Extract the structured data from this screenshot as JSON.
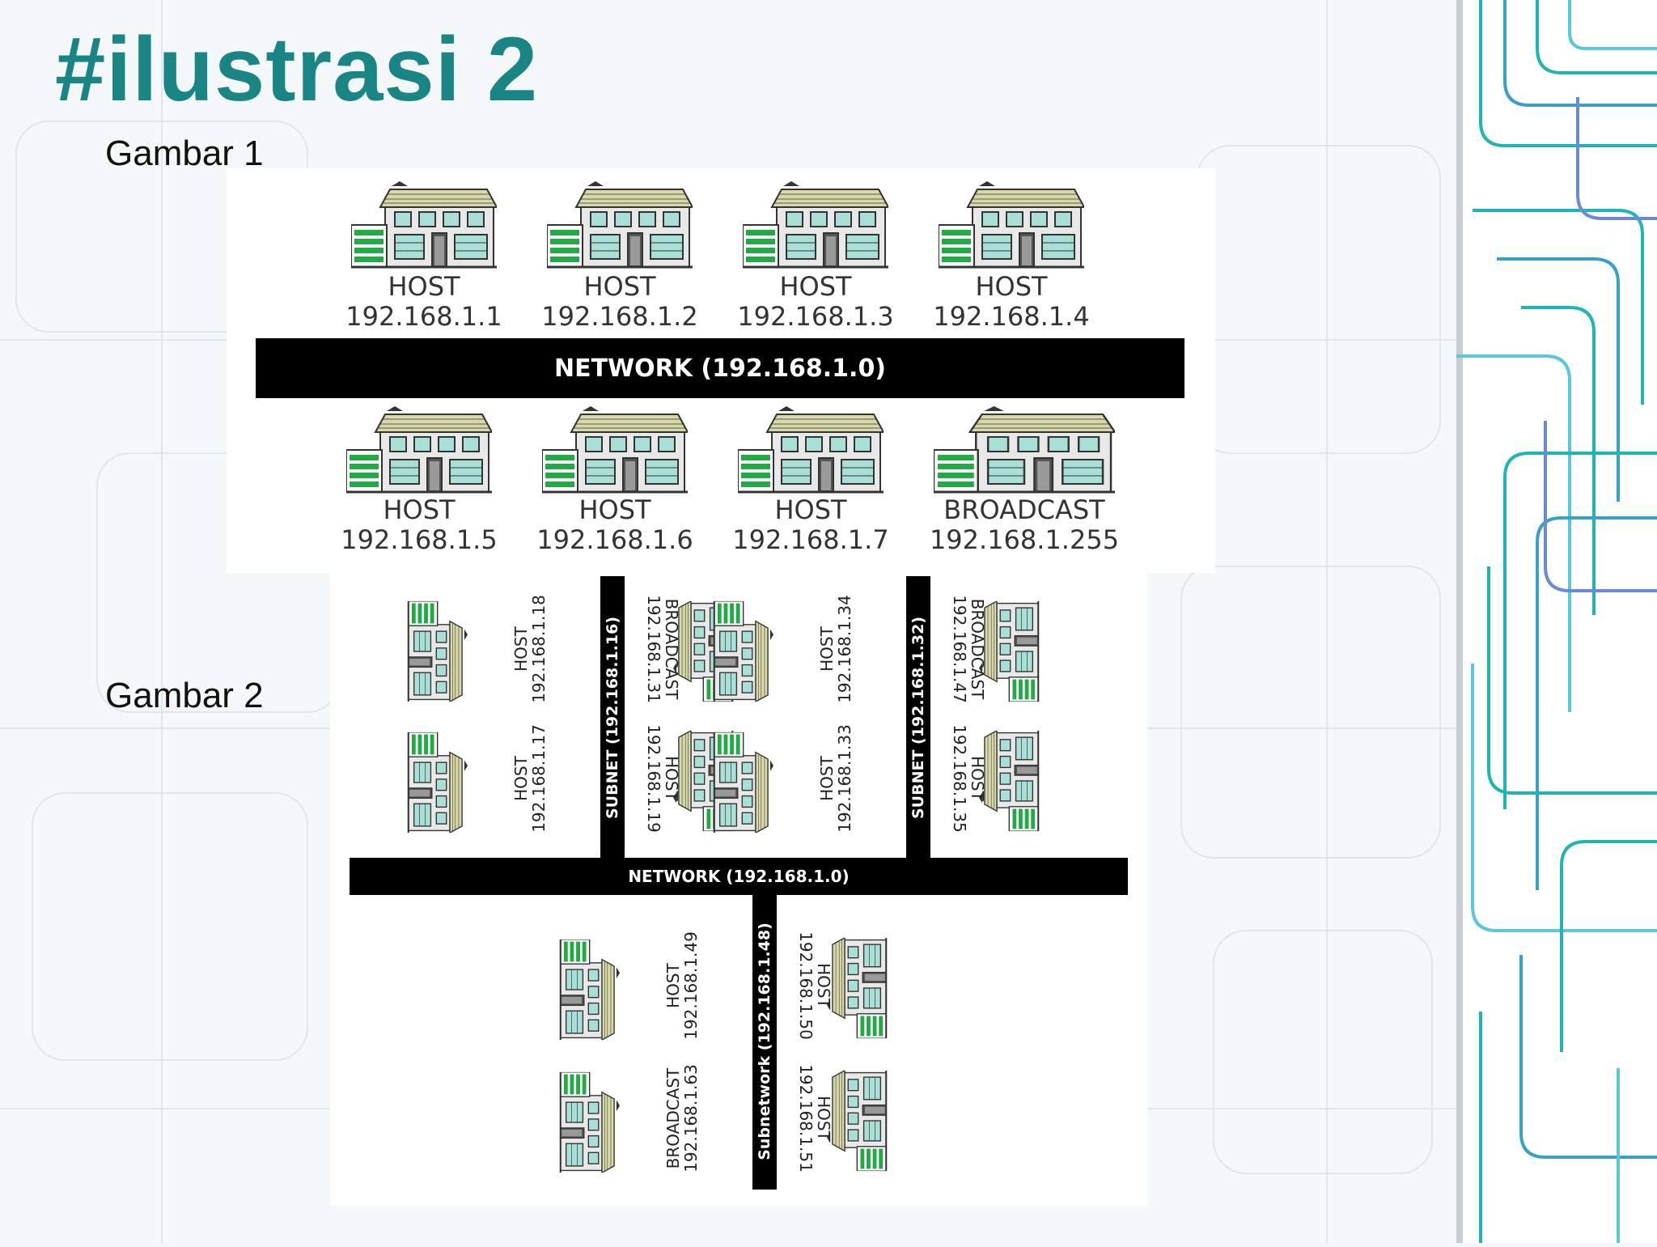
{
  "slide": {
    "title": "#ilustrasi 2",
    "caption_1": "Gambar 1",
    "caption_2": "Gambar 2"
  },
  "colors": {
    "title": "#1a8585",
    "house_roof": "#d8d8a8",
    "house_window": "#a8e0d8",
    "garage_stripes": "#22aa44"
  },
  "icons": {
    "house": "house-icon"
  },
  "figure1": {
    "network_label": "NETWORK (192.168.1.0)",
    "top_row": [
      {
        "role": "HOST",
        "ip": "192.168.1.1"
      },
      {
        "role": "HOST",
        "ip": "192.168.1.2"
      },
      {
        "role": "HOST",
        "ip": "192.168.1.3"
      },
      {
        "role": "HOST",
        "ip": "192.168.1.4"
      }
    ],
    "bottom_row": [
      {
        "role": "HOST",
        "ip": "192.168.1.5"
      },
      {
        "role": "HOST",
        "ip": "192.168.1.6"
      },
      {
        "role": "HOST",
        "ip": "192.168.1.7"
      },
      {
        "role": "BROADCAST",
        "ip": "192.168.1.255"
      }
    ]
  },
  "figure2": {
    "network_label": "NETWORK (192.168.1.0)",
    "subnets": [
      {
        "label": "SUBNET (192.168.1.16)",
        "left_top": {
          "role": "HOST",
          "ip": "192.168.1.18"
        },
        "left_bottom": {
          "role": "HOST",
          "ip": "192.168.1.17"
        },
        "right_top": {
          "role": "BROADCAST",
          "ip": "192.168.1.31"
        },
        "right_bottom": {
          "role": "HOST",
          "ip": "192.168.1.19"
        }
      },
      {
        "label": "SUBNET (192.168.1.32)",
        "left_top": {
          "role": "HOST",
          "ip": "192.168.1.34"
        },
        "left_bottom": {
          "role": "HOST",
          "ip": "192.168.1.33"
        },
        "right_top": {
          "role": "BROADCAST",
          "ip": "192.168.1.47"
        },
        "right_bottom": {
          "role": "HOST",
          "ip": "192.168.1.35"
        }
      },
      {
        "label": "Subnetwork (192.168.1.48)",
        "left_top": {
          "role": "HOST",
          "ip": "192.168.1.49"
        },
        "left_bottom": {
          "role": "BROADCAST",
          "ip": "192.168.1.63"
        },
        "right_top": {
          "role": "HOST",
          "ip": "192.168.1.50"
        },
        "right_bottom": {
          "role": "HOST",
          "ip": "192.168.1.51"
        }
      }
    ]
  }
}
